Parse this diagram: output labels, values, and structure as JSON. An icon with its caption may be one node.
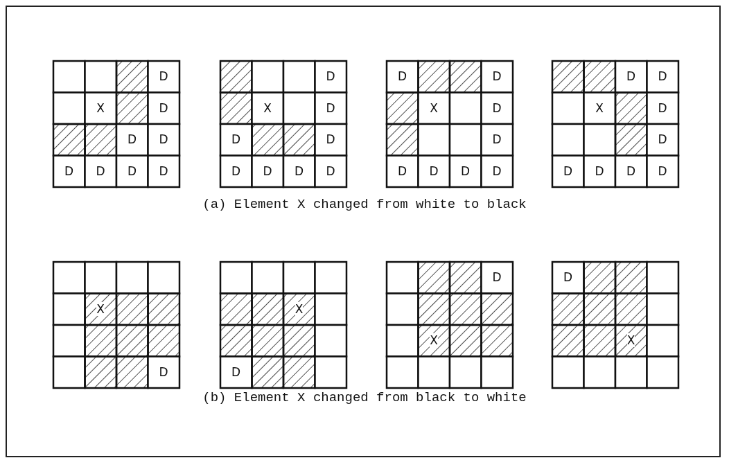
{
  "diagram": {
    "labels": [
      "D",
      "X",
      "D",
      "D",
      "D",
      "D",
      "D",
      "D",
      "D",
      "D",
      "X",
      "D",
      "D",
      "D",
      "D",
      "D",
      "D",
      "D",
      "D",
      "D",
      "X",
      "D",
      "D",
      "D",
      "D",
      "D",
      "D",
      "D",
      "D",
      "X",
      "D",
      "D",
      "D",
      "D",
      "D",
      "D",
      "(a) Element X changed from white to black",
      "X",
      "D",
      "X",
      "D",
      "D",
      "X",
      "D",
      "X",
      "(b) Element X changed from black to white"
    ]
  }
}
